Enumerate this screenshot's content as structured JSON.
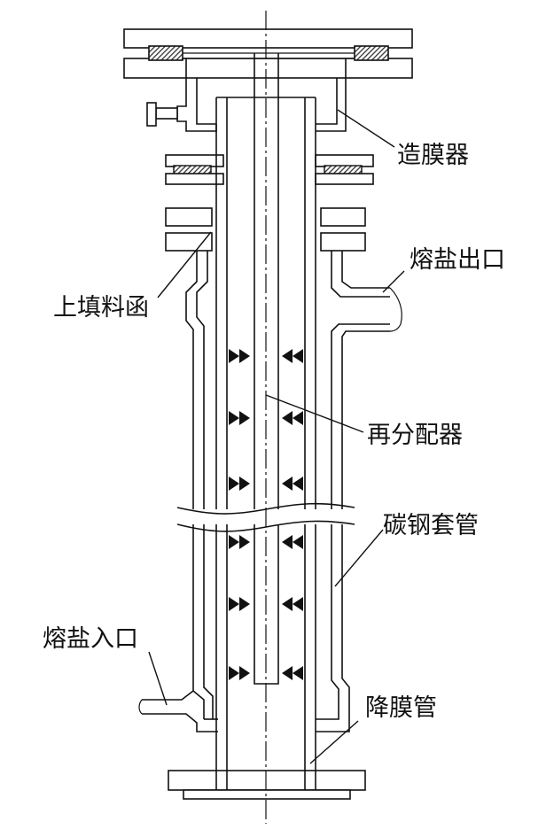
{
  "labels": {
    "membrane_maker": "造膜器",
    "salt_outlet": "熔盐出口",
    "upper_packing_box": "上填料函",
    "redistributor": "再分配器",
    "carbon_steel_casing": "碳钢套管",
    "salt_inlet": "熔盐入口",
    "falling_film_tube": "降膜管"
  },
  "colors": {
    "line": "#111111",
    "hatch": "#333333",
    "background": "#ffffff"
  }
}
